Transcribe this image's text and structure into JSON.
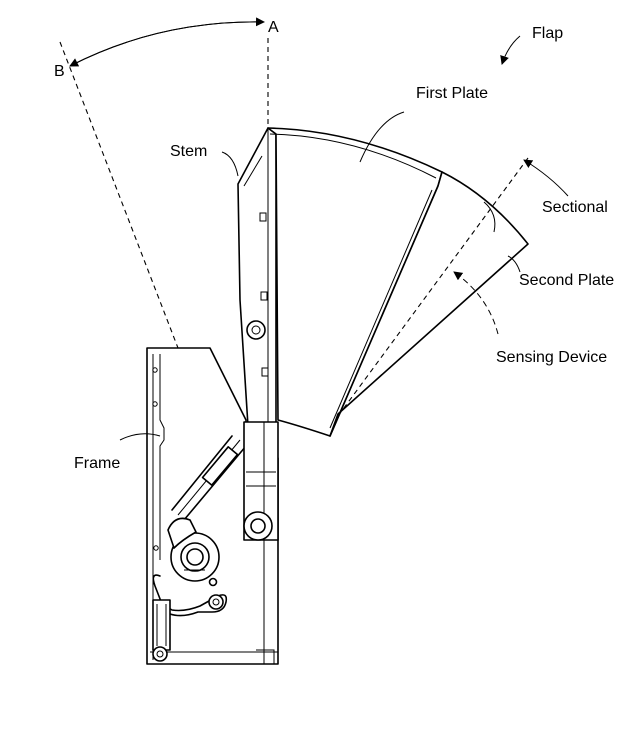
{
  "labels": {
    "a": "A",
    "b": "B",
    "flap": "Flap",
    "first_plate": "First Plate",
    "stem": "Stem",
    "sectional": "Sectional",
    "second_plate": "Second Plate",
    "sensing_device": "Sensing Device",
    "frame": "Frame"
  }
}
